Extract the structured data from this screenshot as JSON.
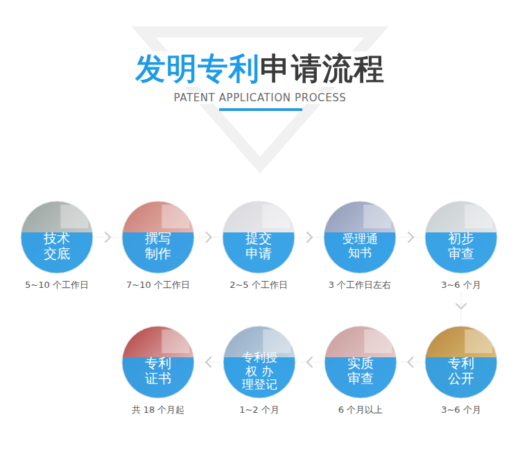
{
  "diagram": {
    "title": "发明专利申请流程",
    "nodes": [
      {
        "text": [
          "技术交底",
          "5~10 个工作日"
        ]
      },
      {
        "text": [
          "撰写制作",
          "7~10 个工作日"
        ]
      },
      {
        "text": [
          "提交申请",
          "2~5 个工作日"
        ]
      },
      {
        "text": [
          "受理通知书",
          "3 个工作日左右"
        ]
      },
      {
        "text": [
          "初步审查",
          "3~6 个月"
        ]
      },
      {
        "text": [
          "专利公开",
          "3~6 个月"
        ]
      },
      {
        "text": [
          "实质审查",
          "6 个月以上"
        ]
      },
      {
        "text": [
          "专利授权 办理登记",
          "1~2 个月"
        ]
      },
      {
        "text": [
          "专利证书",
          "共 18 个月起"
        ]
      }
    ],
    "edges": [
      {
        "from": 0,
        "to": 1,
        "arrow": "to"
      },
      {
        "from": 1,
        "to": 2,
        "arrow": "to"
      },
      {
        "from": 2,
        "to": 3,
        "arrow": "to"
      },
      {
        "from": 3,
        "to": 4,
        "arrow": "to"
      },
      {
        "from": 4,
        "to": 5,
        "arrow": "to"
      },
      {
        "from": 5,
        "to": 6,
        "arrow": "to"
      },
      {
        "from": 6,
        "to": 7,
        "arrow": "to"
      },
      {
        "from": 7,
        "to": 8,
        "arrow": "to"
      }
    ],
    "labels": [
      "PATENT APPLICATION PROCESS"
    ]
  }
}
